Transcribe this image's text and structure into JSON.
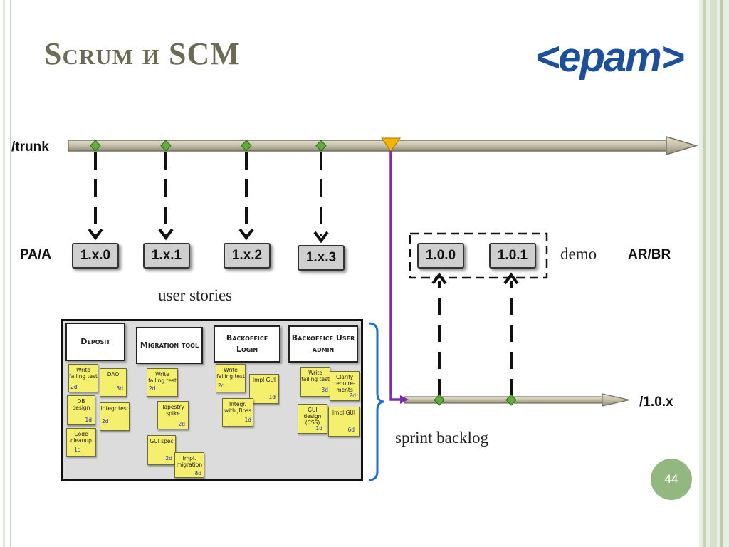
{
  "slide": {
    "title": "Scrum и SCM",
    "logo_text": "<epam>",
    "page_number": "44"
  },
  "labels": {
    "trunk": "/trunk",
    "branch": "/1.0.x",
    "pa": "PA/A",
    "ar": "AR/BR",
    "demo": "demo",
    "user_stories": "user stories",
    "sprint_backlog": "sprint backlog"
  },
  "trunk_versions": [
    "1.x.0",
    "1.x.1",
    "1.x.2",
    "1.x.3"
  ],
  "branch_versions": [
    "1.0.0",
    "1.0.1"
  ],
  "board": {
    "headers": [
      "Deposit",
      "Migration tool",
      "Backoffice Login",
      "Backoffice User admin"
    ],
    "notes": [
      {
        "text": "Write failing test",
        "est": "2d"
      },
      {
        "text": "DAO",
        "est": "3d"
      },
      {
        "text": "DB design",
        "est": "1d"
      },
      {
        "text": "Integr test",
        "est": "2d"
      },
      {
        "text": "Code cleanup",
        "est": "1d"
      },
      {
        "text": "Write failing test",
        "est": "2d"
      },
      {
        "text": "Tapestry spike",
        "est": "2d"
      },
      {
        "text": "GUI spec",
        "est": "2d"
      },
      {
        "text": "Impl. migration",
        "est": "8d"
      },
      {
        "text": "Write failing test",
        "est": "2d"
      },
      {
        "text": "Impl GUI",
        "est": "1d"
      },
      {
        "text": "Integr. with JBoss",
        "est": "1d"
      },
      {
        "text": "Write failing test",
        "est": "3d"
      },
      {
        "text": "Clarify require-ments",
        "est": "2d"
      },
      {
        "text": "GUI design (CSS)",
        "est": "1d"
      },
      {
        "text": "Impl GUI",
        "est": "6d"
      }
    ]
  },
  "colors": {
    "title": "#6b6b55",
    "branch_line": "#7b2fa8",
    "commit_node": "#5fae3a",
    "branch_point": "#f2b400",
    "brace": "#1f6fd1",
    "logo": "#1e4f9a",
    "page_badge": "#93b87f"
  },
  "icons": {
    "commit": "green-diamond-icon",
    "branch_point": "yellow-triangle-icon"
  }
}
